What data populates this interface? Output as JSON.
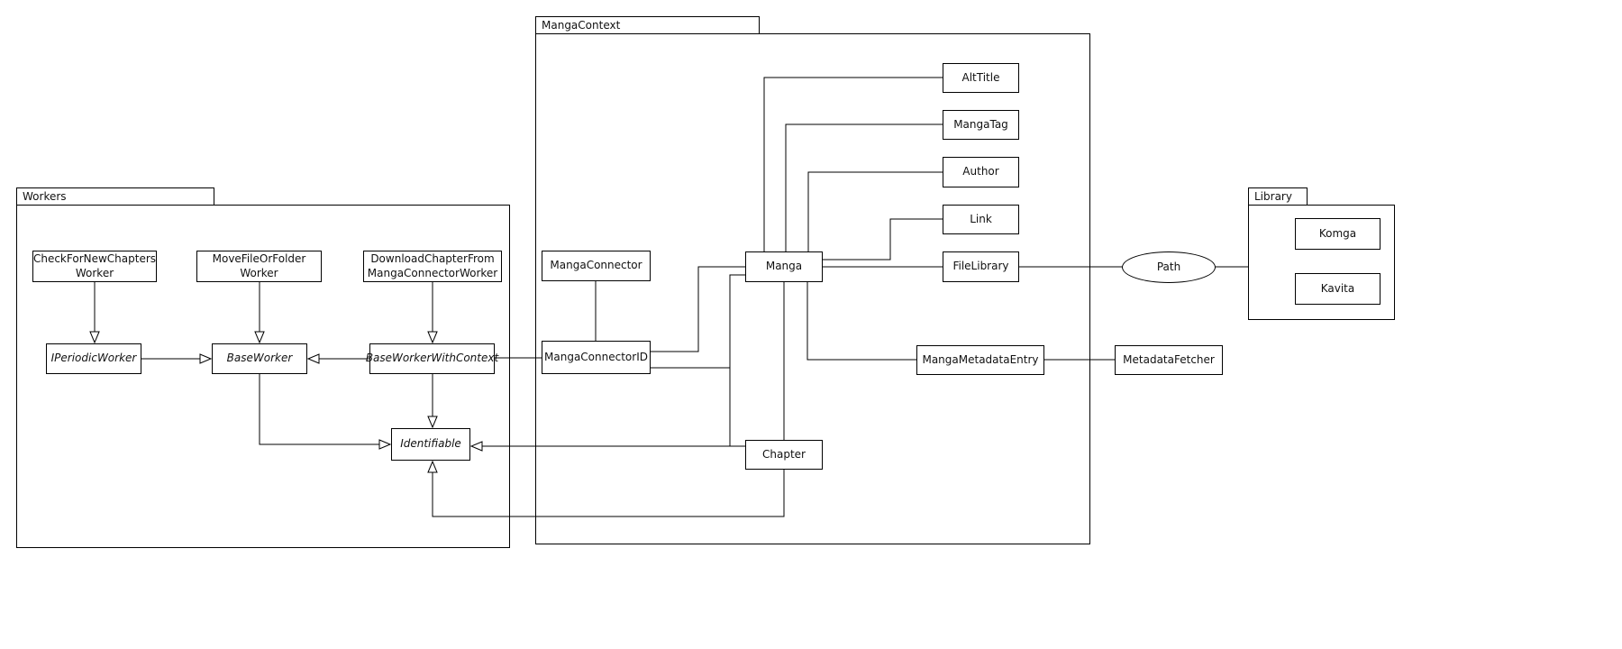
{
  "diagram": {
    "colors": {
      "stroke": "#000000",
      "background": "#ffffff",
      "node_fill": "#ffffff"
    },
    "packages": {
      "workers": {
        "label": "Workers"
      },
      "manga_context": {
        "label": "MangaContext"
      },
      "library": {
        "label": "Library"
      }
    },
    "nodes": {
      "check_for_new_chapters_worker": {
        "label": "CheckForNewChapters\nWorker",
        "abstract": false
      },
      "move_file_or_folder_worker": {
        "label": "MoveFileOrFolder\nWorker",
        "abstract": false
      },
      "download_chapter_from_manga_connector_worker": {
        "label": "DownloadChapterFrom\nMangaConnectorWorker",
        "abstract": false
      },
      "i_periodic_worker": {
        "label": "IPeriodicWorker",
        "abstract": true
      },
      "base_worker": {
        "label": "BaseWorker",
        "abstract": true
      },
      "base_worker_with_context": {
        "label": "BaseWorkerWithContext",
        "abstract": true
      },
      "identifiable": {
        "label": "Identifiable",
        "abstract": true
      },
      "manga_connector": {
        "label": "MangaConnector",
        "abstract": false
      },
      "manga_connector_id": {
        "label": "MangaConnectorID",
        "abstract": false
      },
      "manga": {
        "label": "Manga",
        "abstract": false
      },
      "chapter": {
        "label": "Chapter",
        "abstract": false
      },
      "alt_title": {
        "label": "AltTitle",
        "abstract": false
      },
      "manga_tag": {
        "label": "MangaTag",
        "abstract": false
      },
      "author": {
        "label": "Author",
        "abstract": false
      },
      "link": {
        "label": "Link",
        "abstract": false
      },
      "file_library": {
        "label": "FileLibrary",
        "abstract": false
      },
      "manga_metadata_entry": {
        "label": "MangaMetadataEntry",
        "abstract": false
      },
      "metadata_fetcher": {
        "label": "MetadataFetcher",
        "abstract": false
      },
      "path": {
        "label": "Path",
        "shape": "ellipse"
      },
      "komga": {
        "label": "Komga",
        "abstract": false
      },
      "kavita": {
        "label": "Kavita",
        "abstract": false
      }
    },
    "edges": [
      {
        "from": "CheckForNewChaptersWorker",
        "to": "IPeriodicWorker",
        "type": "generalization"
      },
      {
        "from": "MoveFileOrFolderWorker",
        "to": "BaseWorker",
        "type": "generalization"
      },
      {
        "from": "DownloadChapterFromMangaConnectorWorker",
        "to": "BaseWorkerWithContext",
        "type": "generalization"
      },
      {
        "from": "IPeriodicWorker",
        "to": "BaseWorker",
        "type": "generalization"
      },
      {
        "from": "BaseWorkerWithContext",
        "to": "BaseWorker",
        "type": "generalization"
      },
      {
        "from": "BaseWorker",
        "to": "Identifiable",
        "type": "generalization"
      },
      {
        "from": "BaseWorkerWithContext",
        "to": "Identifiable",
        "type": "generalization"
      },
      {
        "from": "Manga",
        "to": "Identifiable",
        "type": "generalization"
      },
      {
        "from": "MangaConnectorID",
        "to": "Identifiable",
        "type": "generalization"
      },
      {
        "from": "Chapter",
        "to": "Identifiable",
        "type": "generalization"
      },
      {
        "from": "MangaConnector",
        "to": "MangaConnectorID",
        "type": "association"
      },
      {
        "from": "MangaConnectorID",
        "to": "BaseWorkerWithContext",
        "type": "association"
      },
      {
        "from": "MangaConnectorID",
        "to": "Manga",
        "type": "association"
      },
      {
        "from": "Manga",
        "to": "AltTitle",
        "type": "association"
      },
      {
        "from": "Manga",
        "to": "MangaTag",
        "type": "association"
      },
      {
        "from": "Manga",
        "to": "Author",
        "type": "association"
      },
      {
        "from": "Manga",
        "to": "Link",
        "type": "association"
      },
      {
        "from": "Manga",
        "to": "FileLibrary",
        "type": "association"
      },
      {
        "from": "Manga",
        "to": "Chapter",
        "type": "association"
      },
      {
        "from": "Manga",
        "to": "MangaMetadataEntry",
        "type": "association"
      },
      {
        "from": "MangaMetadataEntry",
        "to": "MetadataFetcher",
        "type": "association"
      },
      {
        "from": "FileLibrary",
        "to": "Path",
        "type": "association"
      },
      {
        "from": "Path",
        "to": "Library",
        "type": "association"
      }
    ]
  }
}
